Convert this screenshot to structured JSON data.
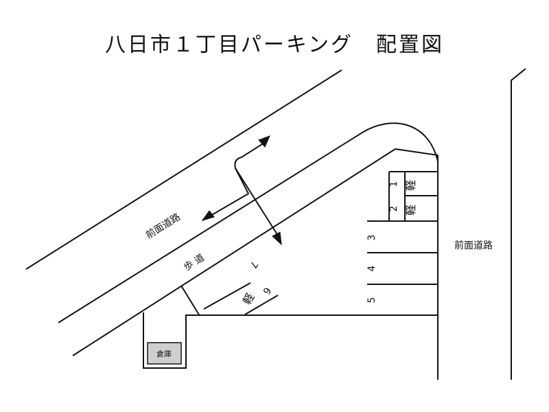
{
  "title": "八日市１丁目パーキング　配置図",
  "road_diagonal_label": "前面道路",
  "road_right_label": "前面道路",
  "sidewalk_label": "歩 道",
  "warehouse_label": "倉庫",
  "spaces": [
    {
      "number": "1",
      "type": "軽"
    },
    {
      "number": "2",
      "type": "軽"
    },
    {
      "number": "3",
      "type": ""
    },
    {
      "number": "4",
      "type": ""
    },
    {
      "number": "5",
      "type": ""
    },
    {
      "number": "6",
      "type": "軽"
    },
    {
      "number": "7",
      "type": ""
    }
  ],
  "colors": {
    "line": "#111111",
    "warehouse_fill": "#cfcfcf"
  }
}
